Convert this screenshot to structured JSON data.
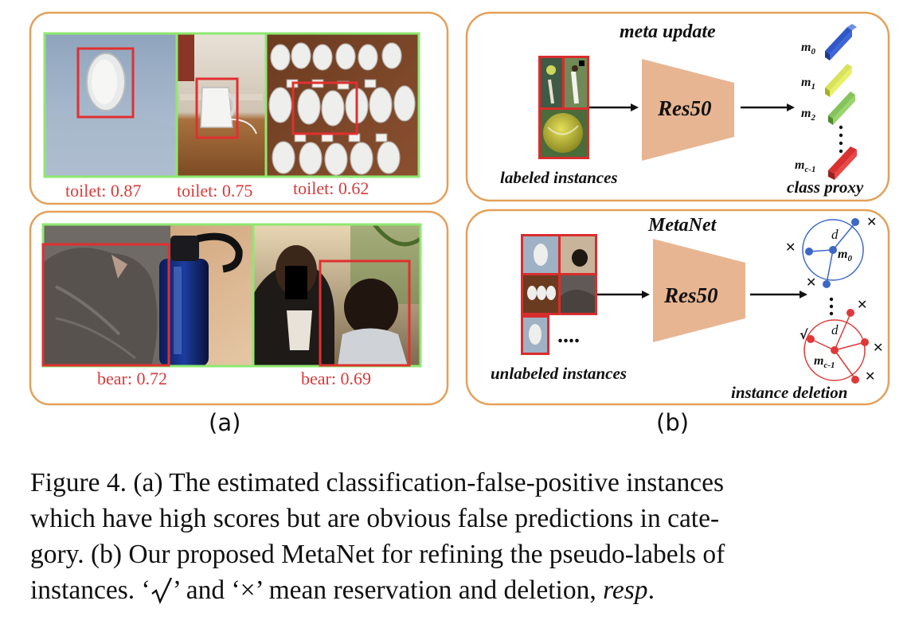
{
  "panel_a": {
    "label": "(a)",
    "toilet_scores": [
      "toilet: 0.87",
      "toilet: 0.75",
      "toilet: 0.62"
    ],
    "bear_scores": [
      "bear: 0.72",
      "bear: 0.69"
    ]
  },
  "panel_b": {
    "label": "(b)",
    "meta_update": {
      "title": "meta update",
      "backbone": "Res50",
      "input_caption": "labeled instances",
      "proxy_caption": "class proxy",
      "proxy_labels": {
        "m0": {
          "base": "m",
          "sub": "0"
        },
        "m1": {
          "base": "m",
          "sub": "1"
        },
        "m2": {
          "base": "m",
          "sub": "2"
        },
        "mc1": {
          "base": "m",
          "sub": "c-1"
        }
      }
    },
    "metanet": {
      "title": "MetaNet",
      "backbone": "Res50",
      "input_caption": "unlabeled instances",
      "ellipsis": "....",
      "deletion_caption": "instance deletion",
      "distance_label": "d",
      "proxy_labels": {
        "m0": {
          "base": "m",
          "sub": "0"
        },
        "mc1": {
          "base": "m",
          "sub": "c-1"
        }
      }
    }
  },
  "caption": {
    "line1": "Figure 4.  (a) The estimated classification-false-positive instances",
    "line2": "which have high scores but are obvious false predictions in cate-",
    "line3": "gory.  (b) Our proposed MetaNet for refining the pseudo-labels of",
    "line4_pre": "instances. ‘",
    "line4_mid": "’ and ‘×’ mean reservation and deletion, ",
    "line4_resp": "resp",
    "line4_end": "."
  },
  "colors": {
    "panel_border": "#e4a05a",
    "box_red": "#e03030",
    "photo_green": "#8ee870",
    "score_red": "#d83a3a",
    "network_tan": "#e8b592",
    "cluster_blue": "#3c66c8",
    "cluster_red": "#e03838"
  }
}
